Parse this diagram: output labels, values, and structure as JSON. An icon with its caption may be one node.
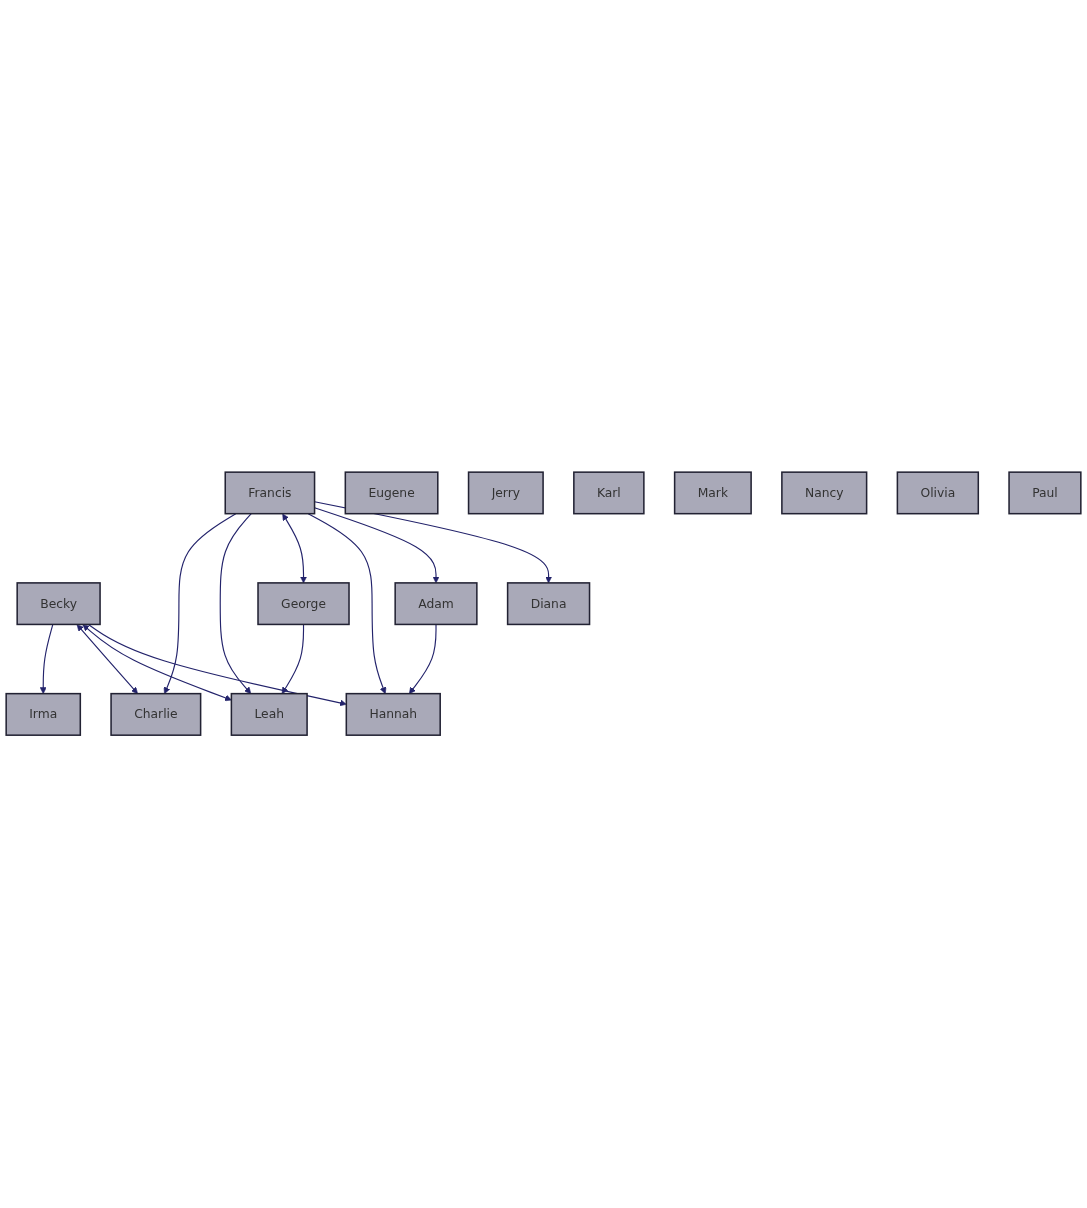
{
  "diagram": {
    "nodes": [
      {
        "text": [
          "Eugene"
        ]
      },
      {
        "text": [
          "Jerry"
        ]
      },
      {
        "text": [
          "Charlie"
        ]
      },
      {
        "text": [
          "Irma"
        ]
      },
      {
        "text": [
          "Karl"
        ]
      },
      {
        "text": [
          "Mark"
        ]
      },
      {
        "text": [
          "Nancy"
        ]
      },
      {
        "text": [
          "Becky"
        ]
      },
      {
        "text": [
          "Olivia"
        ]
      },
      {
        "text": [
          "Leah"
        ]
      },
      {
        "text": [
          "Paul"
        ]
      },
      {
        "text": [
          "George"
        ]
      },
      {
        "text": [
          "Hannah"
        ]
      },
      {
        "text": [
          "Francis"
        ]
      },
      {
        "text": [
          "Adam"
        ]
      },
      {
        "text": [
          "Diana"
        ]
      }
    ],
    "edges": [
      {
        "from": 7,
        "to": 3,
        "arrow": "to"
      },
      {
        "from": 7,
        "to": 2,
        "arrow": "both"
      },
      {
        "from": 7,
        "to": 9,
        "arrow": "both"
      },
      {
        "from": 7,
        "to": 12,
        "arrow": "to"
      },
      {
        "from": 13,
        "to": 2,
        "arrow": "to"
      },
      {
        "from": 13,
        "to": 9,
        "arrow": "to"
      },
      {
        "from": 11,
        "to": 9,
        "arrow": "to"
      },
      {
        "from": 13,
        "to": 11,
        "arrow": "both"
      },
      {
        "from": 13,
        "to": 12,
        "arrow": "to"
      },
      {
        "from": 14,
        "to": 12,
        "arrow": "to"
      },
      {
        "from": 13,
        "to": 14,
        "arrow": "to"
      },
      {
        "from": 13,
        "to": 15,
        "arrow": "to"
      }
    ]
  }
}
